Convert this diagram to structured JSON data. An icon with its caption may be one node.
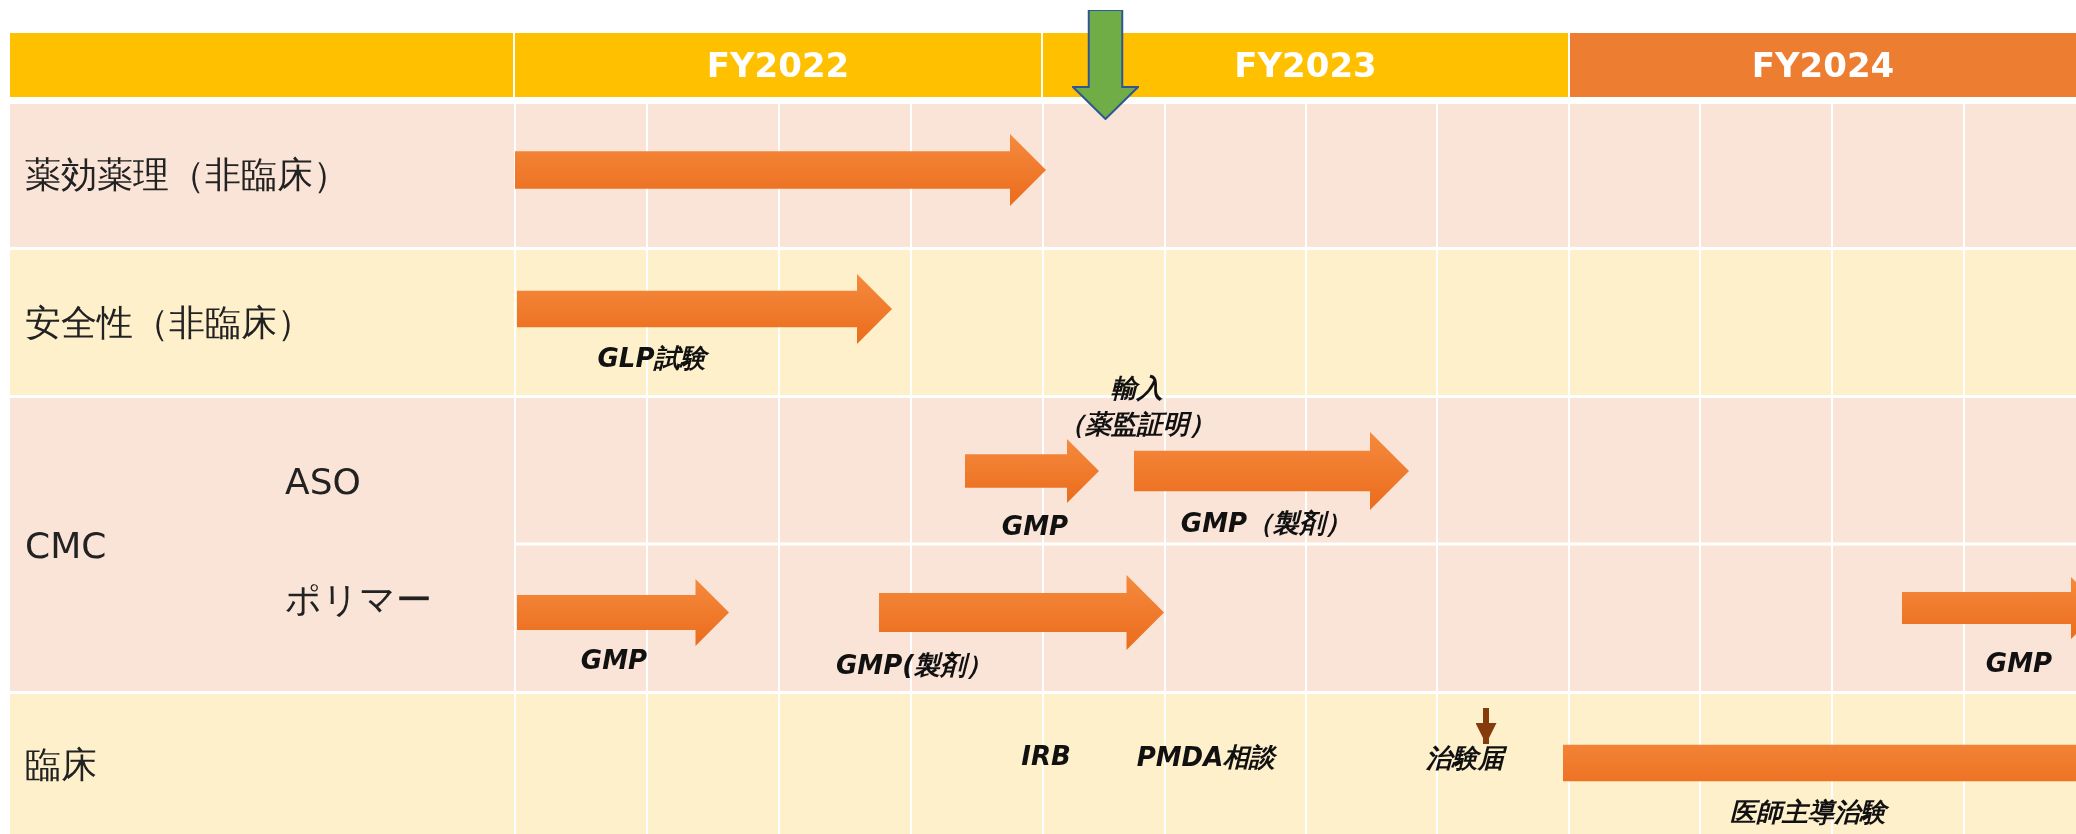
{
  "diagram": {
    "nodes": [
      {
        "text": [],
        "shape": "box"
      },
      {
        "text": [
          "FY2022"
        ]
      },
      {
        "text": [
          "FY2023"
        ]
      },
      {
        "text": [
          "FY2024"
        ]
      },
      {
        "text": [
          "薬効薬理（非臨床）"
        ]
      },
      {
        "text": [
          "安全性（非臨床）"
        ]
      },
      {
        "text": [
          "CMC"
        ]
      },
      {
        "text": [
          "ASO"
        ],
        "in": 6
      },
      {
        "text": [
          "ポリマー"
        ],
        "in": 6
      },
      {
        "text": [
          "臨床"
        ]
      },
      {
        "text": [],
        "shape": "arrow"
      },
      {
        "text": [],
        "shape": "arrow",
        "in": 4
      },
      {
        "text": [],
        "shape": "arrow",
        "in": 5,
        "beside": [
          "GLP試験"
        ]
      },
      {
        "text": [],
        "shape": "arrow",
        "in": 6,
        "beside": [
          "GMP"
        ]
      },
      {
        "text": [],
        "shape": "arrow",
        "in": 6,
        "beside": [
          "GMP（製剤）"
        ]
      },
      {
        "text": [],
        "shape": "arrow",
        "in": 6,
        "beside": [
          "GMP"
        ]
      },
      {
        "text": [],
        "shape": "arrow",
        "in": 6,
        "beside": [
          "GMP(製剤）"
        ]
      },
      {
        "text": [],
        "shape": "arrow",
        "in": 6,
        "beside": [
          "GMP"
        ]
      },
      {
        "text": [
          "治験届"
        ],
        "in": 9
      },
      {
        "text": [],
        "shape": "arrow",
        "in": 9,
        "beside": [
          "医師主導治験"
        ]
      }
    ],
    "edges": [
      {
        "from": null,
        "to": 18,
        "arrow": "to",
        "color": "#843c0c"
      }
    ],
    "labels": [
      "輸入",
      "（薬監証明）",
      "IRB",
      "PMDA相談"
    ]
  }
}
